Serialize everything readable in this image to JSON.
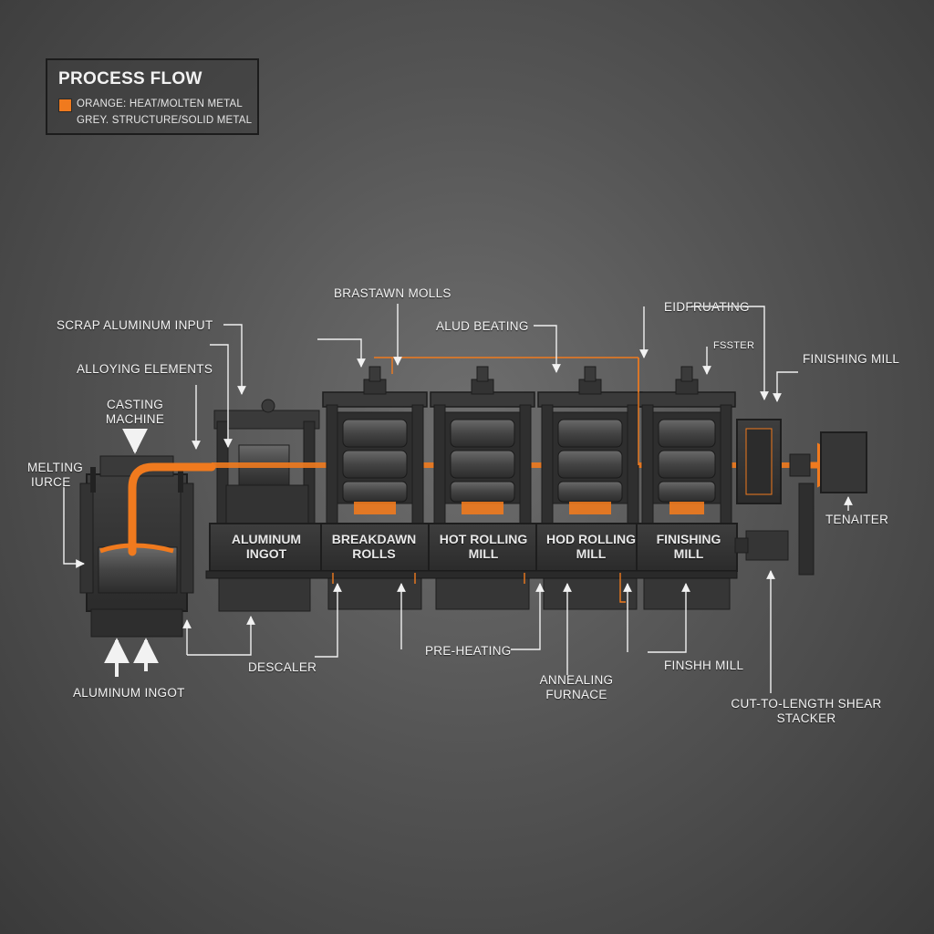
{
  "legend": {
    "title": "PROCESS FLOW",
    "orange_row": "ORANGE: HEAT/MOLTEN METAL",
    "grey_row": "GREY. STRUCTURE/SOLID METAL"
  },
  "labels": {
    "scrap_input": "SCRAP ALUMINUM INPUT",
    "alloying": "ALLOYING ELEMENTS",
    "casting_line1": "CASTING",
    "casting_line2": "MACHINE",
    "melting_line1": "MELTING",
    "melting_line2": "IURCE",
    "ingot_bottom": "ALUMINUM INGOT",
    "brastawn": "BRASTAWN MOLLS",
    "alud_beating": "ALUD BEATING",
    "eidfruating": "EIDFRUATING",
    "fsster": "FSSTER",
    "finishing_mill_top": "FINISHING MILL",
    "tenaiter": "TENAITER",
    "descaler": "DESCALER",
    "preheating": "PRE-HEATING",
    "annealing_line1": "ANNEALING",
    "annealing_line2": "FURNACE",
    "finshh_mill": "FINSHH MILL",
    "cut_line1": "CUT-TO-LENGTH SHEAR",
    "cut_line2": "STACKER"
  },
  "machines": {
    "ingot": [
      "ALUMINUM",
      "INGOT"
    ],
    "breakdown": [
      "BREAKDAWN",
      "ROLLS"
    ],
    "hot_rolling": [
      "HOT ROLLING",
      "MILL"
    ],
    "hod_rolling": [
      "HOD ROLLING",
      "MILL"
    ],
    "finishing": [
      "FINISHING",
      "MILL"
    ]
  },
  "colors": {
    "heat": "#f07a1e",
    "structure": "#3c3c3c",
    "background": "#5a5a5a"
  }
}
